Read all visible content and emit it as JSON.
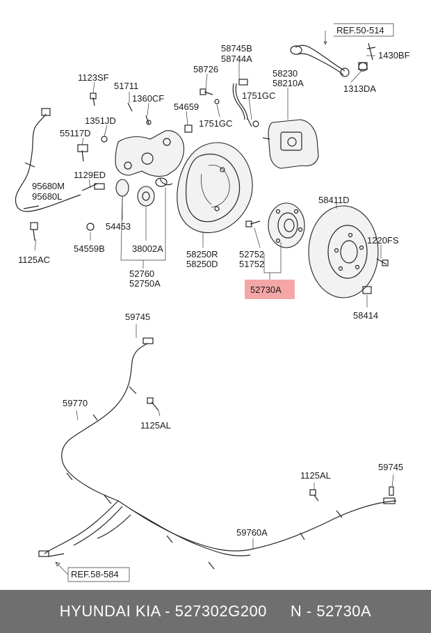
{
  "references": {
    "top": "REF.50-514",
    "bottom": "REF.58-584"
  },
  "labels": {
    "p58745B": "58745B",
    "p58744A": "58744A",
    "p1430BF": "1430BF",
    "p1313DA": "1313DA",
    "p58726": "58726",
    "p58230": "58230",
    "p58210A": "58210A",
    "p1123SF": "1123SF",
    "p51711": "51711",
    "p1360CF": "1360CF",
    "p1751GC_a": "1751GC",
    "p1751GC_b": "1751GC",
    "p54659": "54659",
    "p1351JD": "1351JD",
    "p55117D": "55117D",
    "p1129ED": "1129ED",
    "p95680M": "95680M",
    "p95680L": "95680L",
    "p54453": "54453",
    "p38002A": "38002A",
    "p58250R": "58250R",
    "p58250D": "58250D",
    "p52752": "52752",
    "p51752": "51752",
    "p58411D": "58411D",
    "p1220FS": "1220FS",
    "p54559B": "54559B",
    "p1125AC": "1125AC",
    "p52760": "52760",
    "p52750A": "52750A",
    "p52730A": "52730A",
    "p58414": "58414",
    "p59745_a": "59745",
    "p59770": "59770",
    "p1125AL_a": "1125AL",
    "p1125AL_b": "1125AL",
    "p59745_b": "59745",
    "p59760A": "59760A"
  },
  "colors": {
    "highlight": "#f4a6a6",
    "footer_bg": "#6f6f6f",
    "footer_text": "#ffffff"
  },
  "footer": {
    "brand": "HYUNDAI  KIA - 527302G200",
    "number": "N - 52730A"
  }
}
